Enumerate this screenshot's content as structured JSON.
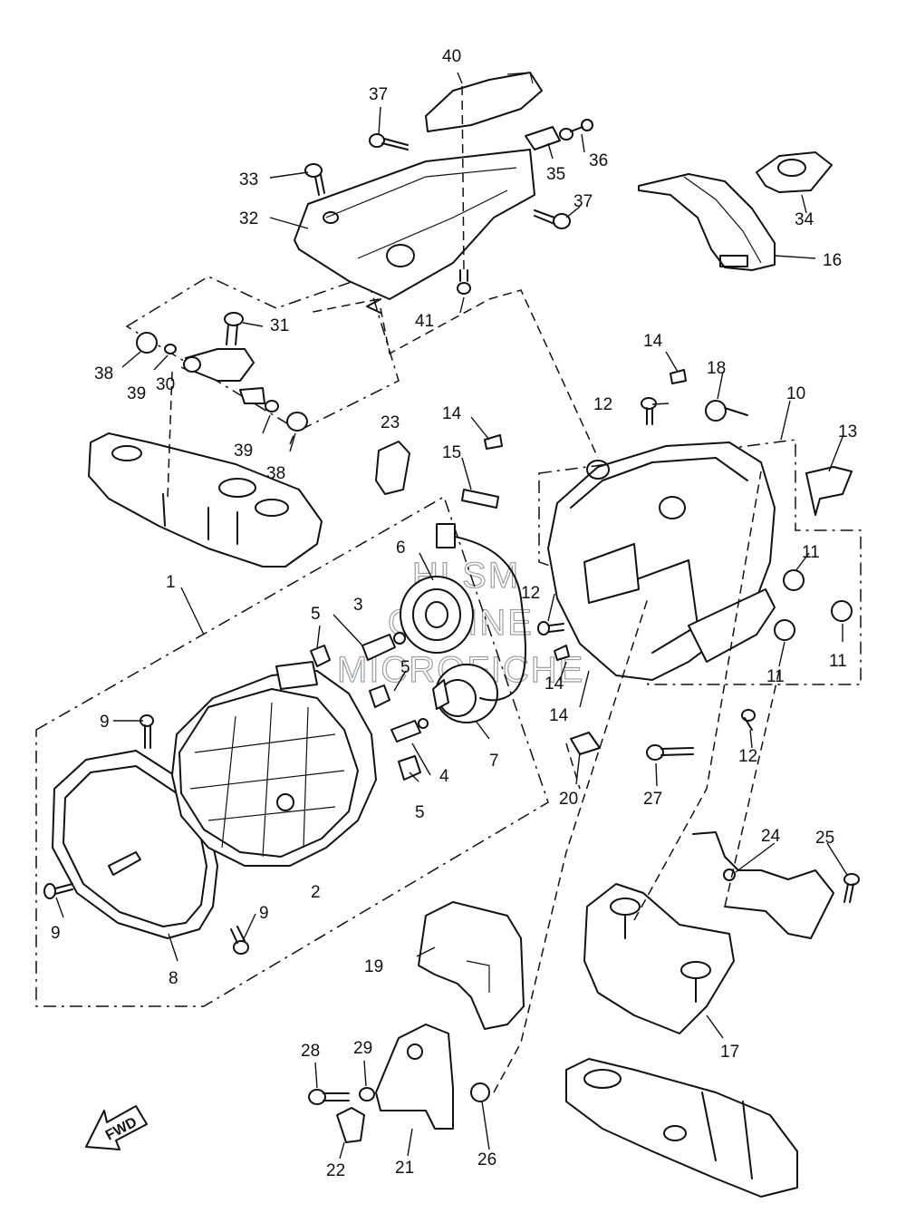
{
  "callouts": [
    {
      "id": "c1",
      "text": "1"
    },
    {
      "id": "c2",
      "text": "2"
    },
    {
      "id": "c3",
      "text": "3"
    },
    {
      "id": "c4",
      "text": "4"
    },
    {
      "id": "c5a",
      "text": "5"
    },
    {
      "id": "c5b",
      "text": "5"
    },
    {
      "id": "c5c",
      "text": "5"
    },
    {
      "id": "c6",
      "text": "6"
    },
    {
      "id": "c7",
      "text": "7"
    },
    {
      "id": "c8",
      "text": "8"
    },
    {
      "id": "c9a",
      "text": "9"
    },
    {
      "id": "c9b",
      "text": "9"
    },
    {
      "id": "c9c",
      "text": "9"
    },
    {
      "id": "c10",
      "text": "10"
    },
    {
      "id": "c11a",
      "text": "11"
    },
    {
      "id": "c11b",
      "text": "11"
    },
    {
      "id": "c11c",
      "text": "11"
    },
    {
      "id": "c12a",
      "text": "12"
    },
    {
      "id": "c12b",
      "text": "12"
    },
    {
      "id": "c12c",
      "text": "12"
    },
    {
      "id": "c13",
      "text": "13"
    },
    {
      "id": "c14a",
      "text": "14"
    },
    {
      "id": "c14b",
      "text": "14"
    },
    {
      "id": "c14c",
      "text": "14"
    },
    {
      "id": "c14d",
      "text": "14"
    },
    {
      "id": "c15",
      "text": "15"
    },
    {
      "id": "c16",
      "text": "16"
    },
    {
      "id": "c17",
      "text": "17"
    },
    {
      "id": "c18",
      "text": "18"
    },
    {
      "id": "c19",
      "text": "19"
    },
    {
      "id": "c20",
      "text": "20"
    },
    {
      "id": "c21",
      "text": "21"
    },
    {
      "id": "c22",
      "text": "22"
    },
    {
      "id": "c23",
      "text": "23"
    },
    {
      "id": "c24",
      "text": "24"
    },
    {
      "id": "c25",
      "text": "25"
    },
    {
      "id": "c26",
      "text": "26"
    },
    {
      "id": "c27",
      "text": "27"
    },
    {
      "id": "c28",
      "text": "28"
    },
    {
      "id": "c29",
      "text": "29"
    },
    {
      "id": "c30",
      "text": "30"
    },
    {
      "id": "c31",
      "text": "31"
    },
    {
      "id": "c32",
      "text": "32"
    },
    {
      "id": "c33",
      "text": "33"
    },
    {
      "id": "c34",
      "text": "34"
    },
    {
      "id": "c35",
      "text": "35"
    },
    {
      "id": "c36",
      "text": "36"
    },
    {
      "id": "c37a",
      "text": "37"
    },
    {
      "id": "c37b",
      "text": "37"
    },
    {
      "id": "c38a",
      "text": "38"
    },
    {
      "id": "c38b",
      "text": "38"
    },
    {
      "id": "c39a",
      "text": "39"
    },
    {
      "id": "c39b",
      "text": "39"
    },
    {
      "id": "c40",
      "text": "40"
    },
    {
      "id": "c41",
      "text": "41"
    }
  ],
  "direction_label": "FWD",
  "watermark": {
    "line1": "HLSM",
    "line2": "ONLINE",
    "line3": "MICROFICHE"
  }
}
